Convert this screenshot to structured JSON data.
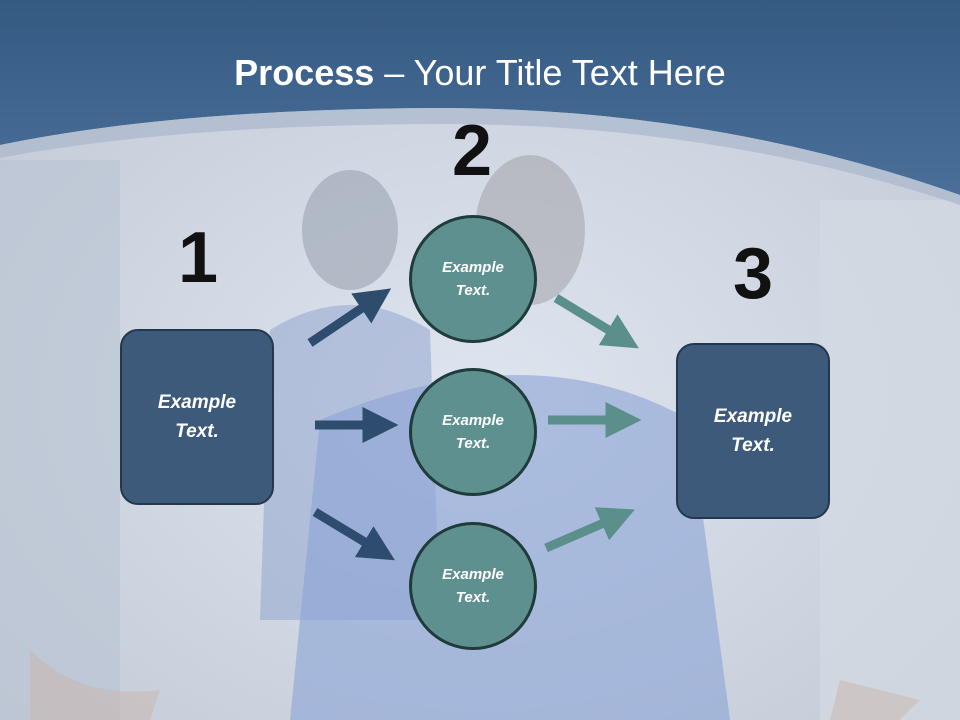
{
  "slide": {
    "title_bold": "Process",
    "title_rest": " – Your Title Text Here"
  },
  "steps": {
    "one": {
      "number": "1",
      "label": "Example Text."
    },
    "two": {
      "number": "2"
    },
    "three": {
      "number": "3",
      "label": "Example Text."
    }
  },
  "circles": [
    {
      "label": "Example Text."
    },
    {
      "label": "Example Text."
    },
    {
      "label": "Example Text."
    }
  ],
  "colors": {
    "header": "#3d6490",
    "box": "#3d5a7a",
    "circle": "#5f9090",
    "arrow_left": "#2e4d6e",
    "arrow_right": "#5a8f8c"
  }
}
